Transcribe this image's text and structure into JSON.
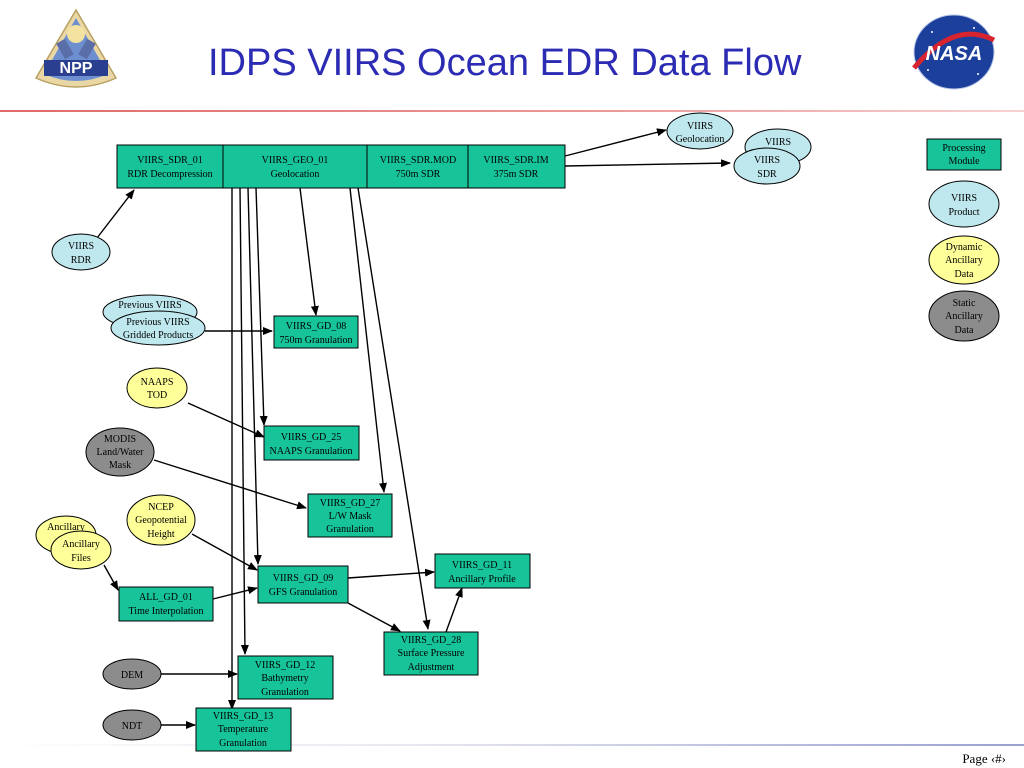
{
  "header": {
    "title": "IDPS VIIRS Ocean EDR Data Flow",
    "npp_logo_text": "NPP",
    "nasa_logo_text": "NASA"
  },
  "footer": {
    "page_label": "Page ‹#›"
  },
  "colors": {
    "processing_module": "#17c49a",
    "viirs_product": "#bfe8ee",
    "dynamic_ancillary": "#ffff99",
    "static_ancillary": "#8c8c8c",
    "title": "#2b2bb3"
  },
  "legend": {
    "processing_module": [
      "Processing",
      "Module"
    ],
    "viirs_product": [
      "VIIRS",
      "Product"
    ],
    "dynamic_ancillary": [
      "Dynamic",
      "Ancillary",
      "Data"
    ],
    "static_ancillary": [
      "Static",
      "Ancillary",
      "Data"
    ]
  },
  "nodes": {
    "sdr_01": [
      "VIIRS_SDR_01",
      "RDR Decompression"
    ],
    "geo_01": [
      "VIIRS_GEO_01",
      "Geolocation"
    ],
    "sdr_mod": [
      "VIIRS_SDR.MOD",
      "750m SDR"
    ],
    "sdr_im": [
      "VIIRS_SDR.IM",
      "375m SDR"
    ],
    "viirs_geolocation": [
      "VIIRS",
      "Geolocation"
    ],
    "viirs_sdr_back": [
      "VIIRS"
    ],
    "viirs_sdr": [
      "VIIRS",
      "SDR"
    ],
    "viirs_rdr": [
      "VIIRS",
      "RDR"
    ],
    "prev_gridded_back": [
      "Previous VIIRS",
      "G"
    ],
    "prev_gridded": [
      "Previous VIIRS",
      "Gridded Products"
    ],
    "gd_08": [
      "VIIRS_GD_08",
      "750m Granulation"
    ],
    "naaps_tod": [
      "NAAPS",
      "TOD"
    ],
    "gd_25": [
      "VIIRS_GD_25",
      "NAAPS Granulation"
    ],
    "modis_mask": [
      "MODIS",
      "Land/Water",
      "Mask"
    ],
    "gd_27": [
      "VIIRS_GD_27",
      "L/W Mask",
      "Granulation"
    ],
    "ncep_height": [
      "NCEP",
      "Geopotential",
      "Height"
    ],
    "ancillary_back": [
      "Ancillary",
      "F"
    ],
    "ancillary_files": [
      "Ancillary",
      "Files"
    ],
    "gd_09": [
      "VIIRS_GD_09",
      "GFS Granulation"
    ],
    "gd_11": [
      "VIIRS_GD_11",
      "Ancillary Profile"
    ],
    "all_gd_01": [
      "ALL_GD_01",
      "Time Interpolation"
    ],
    "gd_28": [
      "VIIRS_GD_28",
      "Surface Pressure",
      "Adjustment"
    ],
    "dem": [
      "DEM"
    ],
    "gd_12": [
      "VIIRS_GD_12",
      "Bathymetry",
      "Granulation"
    ],
    "ndt": [
      "NDT"
    ],
    "gd_13": [
      "VIIRS_GD_13",
      "Temperature",
      "Granulation"
    ]
  }
}
